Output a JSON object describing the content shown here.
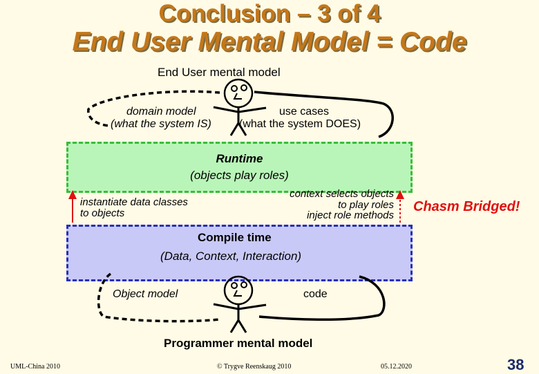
{
  "slide": {
    "title_line1": "Conclusion – 3 of 4",
    "title_line2": "End User Mental Model = Code"
  },
  "diagram": {
    "end_user_label": "End User mental model",
    "domain_model": "domain model",
    "domain_model_sub": "(what the system IS)",
    "use_cases": "use cases",
    "use_cases_sub": "(what the system DOES)",
    "runtime_title": "Runtime",
    "runtime_sub": "(objects play roles)",
    "instantiate_line1": "instantiate data classes",
    "instantiate_line2": "to objects",
    "context_line1": "context selects objects",
    "context_line2": "to play roles",
    "context_line3": "inject role methods",
    "chasm": "Chasm Bridged!",
    "compile_title": "Compile time",
    "compile_sub": "(Data, Context, Interaction)",
    "object_model": "Object model",
    "code": "code",
    "programmer_label": "Programmer mental model"
  },
  "footer": {
    "left": "UML-China 2010",
    "center": "© Trygve Reenskaug 2010",
    "date": "05.12.2020",
    "page": "38"
  },
  "colors": {
    "title": "#c4771a",
    "runtime_fill": "#b9f5b9",
    "runtime_border": "#3cbb3c",
    "compile_fill": "#c9c9f7",
    "compile_border": "#2630b8",
    "arrow_red": "#e01010"
  }
}
